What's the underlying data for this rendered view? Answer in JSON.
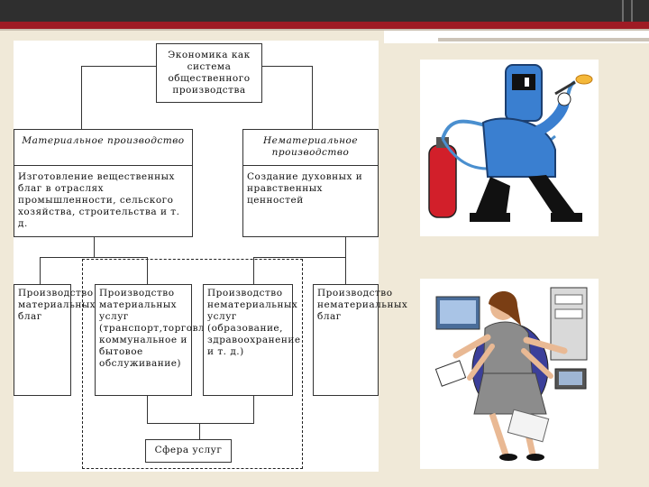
{
  "slide": {
    "accent_color": "#9e1b24",
    "header_color": "#2f2f2f",
    "background_color": "#f0e9d8"
  },
  "diagram": {
    "root": "Экономика как система общественного производства",
    "material": {
      "title": "Материальное производство",
      "description": "Изготовление вещественных благ в отраслях промышленности, сельского хозяйства, строительства и т. д."
    },
    "nonmaterial": {
      "title": "Нематериальное производство",
      "description": "Создание духовных и нравственных ценностей"
    },
    "leaves": [
      "Производство материальных благ",
      "Производство материальных услуг (транспорт,торговля, коммунальное и бытовое обслуживание)",
      "Производство нематериальных услуг (образование, здравоохранение и т. д.)",
      "Производство нематериальных благ"
    ],
    "services": "Сфера услуг"
  },
  "illustrations": {
    "top": "welder-icon",
    "bottom": "multitasking-office-worker-icon"
  }
}
